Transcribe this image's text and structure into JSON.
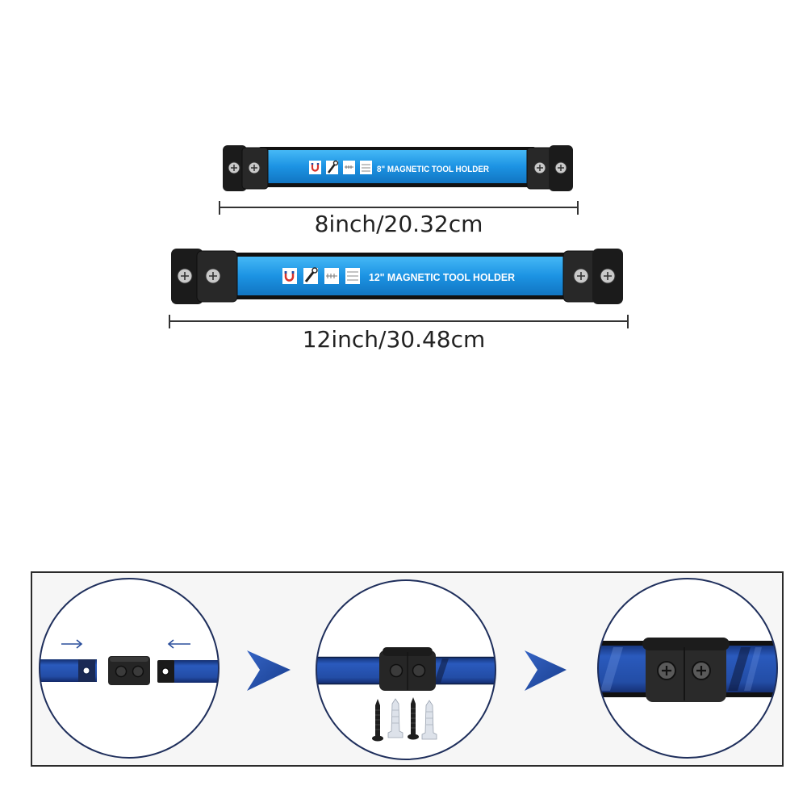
{
  "product_8in": {
    "label": "8\" MAGNETIC TOOL HOLDER",
    "size": "8inch/20.32cm"
  },
  "product_12in": {
    "label": "12\" MAGNETIC TOOL HOLDER",
    "size": "12inch/30.48cm"
  },
  "label_icons": [
    "magnet-icon",
    "wrench-icon",
    "ruler-icon",
    "gauge-icon"
  ],
  "installation_icons": [
    "arrow-right-icon",
    "arrow-left-icon",
    "chevron-right-icon",
    "screw-icon",
    "wall-anchor-icon"
  ],
  "colors": {
    "holder_blue": "#1c93e3",
    "strip_blue": "#234da6",
    "end_cap_black": "#1d1d1d",
    "circle_outline": "#1f2f5c",
    "chevron_blue": "#234da6",
    "panel_background": "#f6f6f6"
  }
}
